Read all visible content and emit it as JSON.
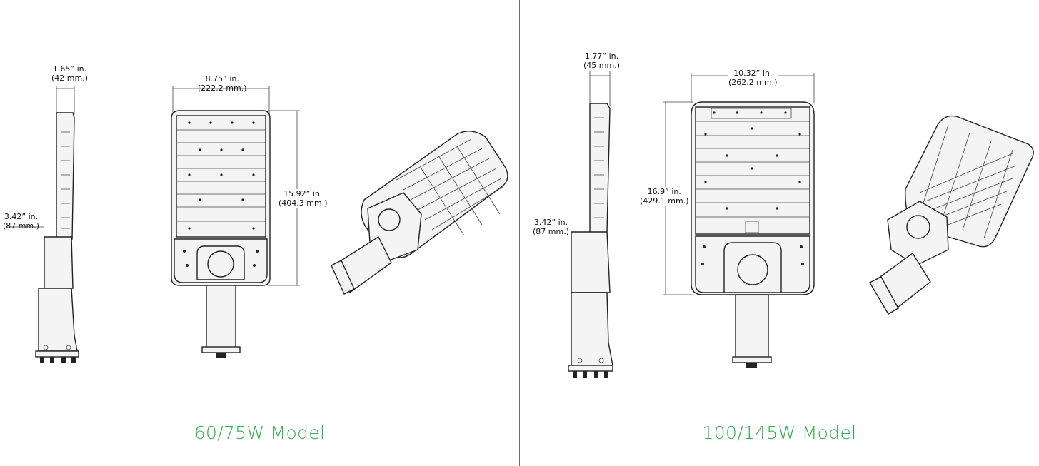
{
  "colors": {
    "title": "#2fae4e",
    "divider": "#6f6f6f",
    "line": "#222222"
  },
  "left_model": {
    "title": "60/75W Model",
    "depth": {
      "inches": "1.65” in.",
      "mm": "(42 mm.)"
    },
    "arm_height": {
      "inches": "3.42” in.",
      "mm": "(87 mm.)"
    },
    "width": {
      "inches": "8.75” in.",
      "mm": "(222.2 mm.)"
    },
    "length": {
      "inches": "15.92” in.",
      "mm": "(404.3 mm.)"
    }
  },
  "right_model": {
    "title": "100/145W Model",
    "depth": {
      "inches": "1.77” in.",
      "mm": "(45 mm.)"
    },
    "arm_height": {
      "inches": "3.42” in.",
      "mm": "(87 mm.)"
    },
    "width": {
      "inches": "10.32” in.",
      "mm": "(262.2 mm.)"
    },
    "length": {
      "inches": "16.9” in.",
      "mm": "(429.1 mm.)"
    }
  }
}
